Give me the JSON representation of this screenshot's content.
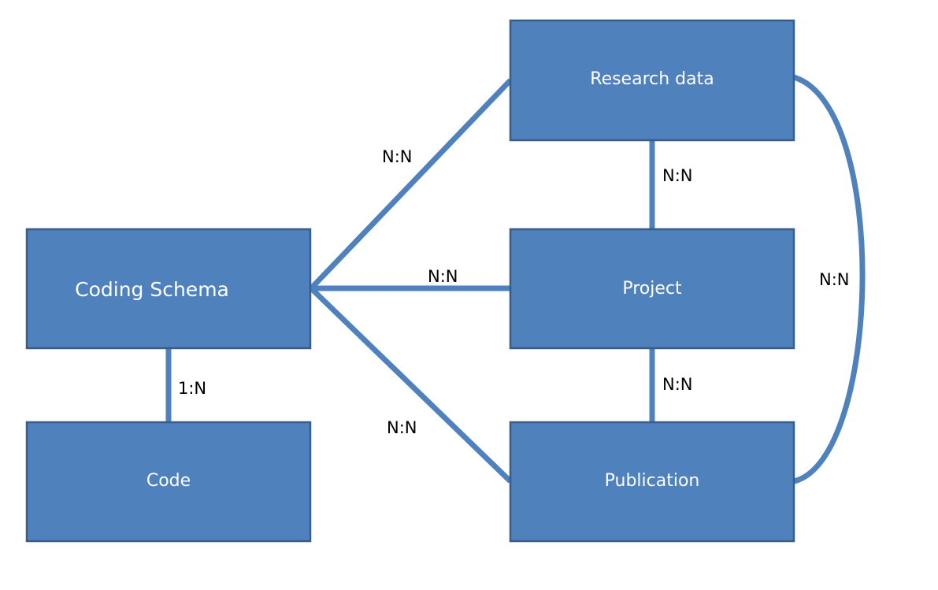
{
  "colors": {
    "box_fill": "#4f81bd",
    "box_border": "#385d8a",
    "connector": "#4f81bd",
    "label_text": "#ffffff",
    "relation_text": "#000000",
    "background": "#ffffff"
  },
  "entities": {
    "coding_schema": "Coding Schema",
    "code": "Code",
    "research_data": "Research data",
    "project": "Project",
    "publication": "Publication"
  },
  "relations": {
    "schema_research": "N:N",
    "schema_project": "N:N",
    "schema_publication": "N:N",
    "schema_code": "1:N",
    "research_project": "N:N",
    "project_publication": "N:N",
    "research_publication": "N:N"
  }
}
